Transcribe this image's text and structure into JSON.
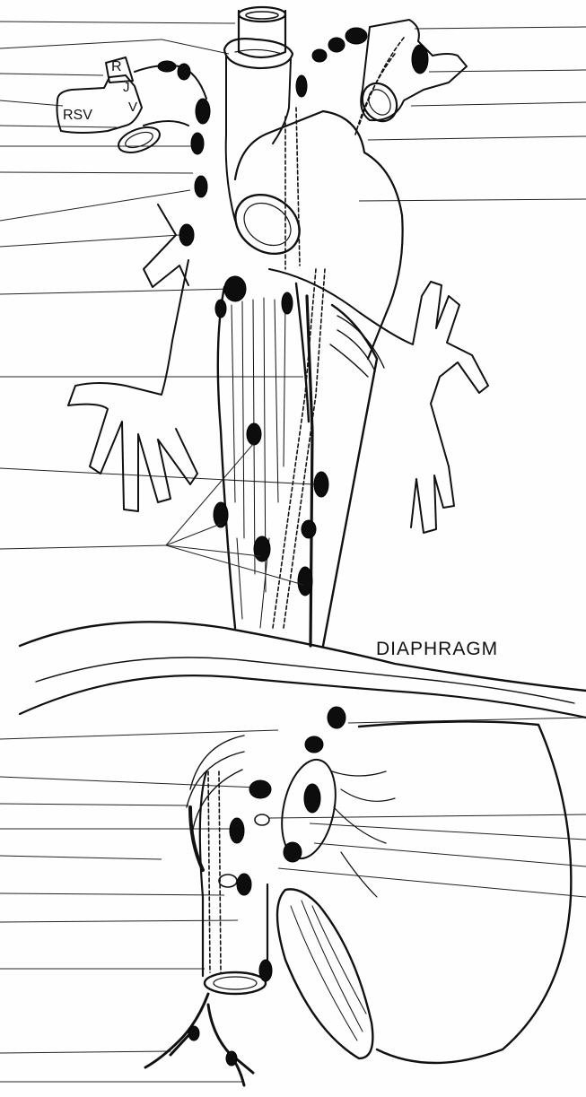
{
  "labels": {
    "r": "R",
    "j": "J",
    "v": "V",
    "rsv": "RSV",
    "diaphragm": "DIAPHRAGM"
  },
  "colors": {
    "ink": "#111111",
    "paper": "#fefefe",
    "node": "#0d0d0d"
  }
}
